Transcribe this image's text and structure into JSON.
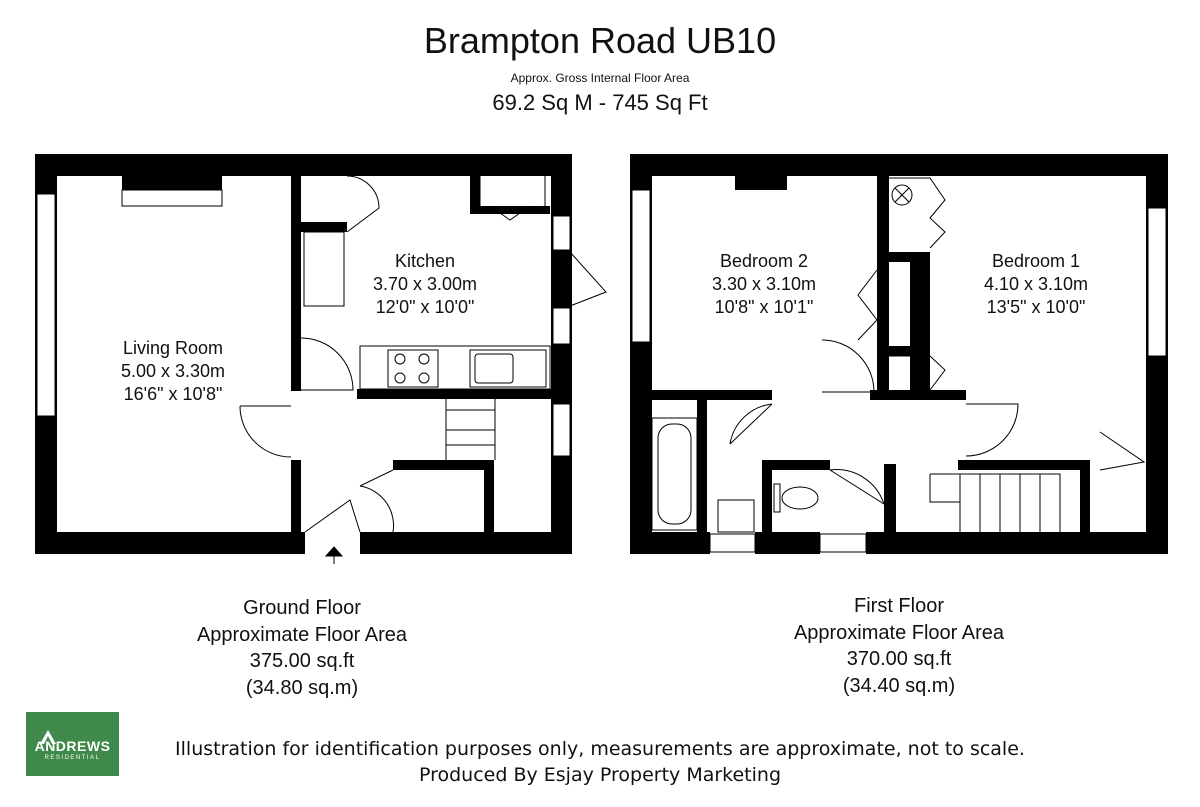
{
  "header": {
    "title": "Brampton Road UB10",
    "subtitle": "Approx. Gross Internal Floor Area",
    "area": "69.2 Sq M - 745 Sq Ft"
  },
  "rooms": {
    "living": {
      "name": "Living Room",
      "metric": "5.00 x 3.30m",
      "imperial": "16'6\" x 10'8\""
    },
    "kitchen": {
      "name": "Kitchen",
      "metric": "3.70 x 3.00m",
      "imperial": "12'0\" x 10'0\""
    },
    "bedroom2": {
      "name": "Bedroom 2",
      "metric": "3.30 x 3.10m",
      "imperial": "10'8\" x 10'1\""
    },
    "bedroom1": {
      "name": "Bedroom 1",
      "metric": "4.10 x 3.10m",
      "imperial": "13'5\" x 10'0\""
    }
  },
  "floors": {
    "ground": {
      "name": "Ground Floor",
      "label": "Approximate Floor Area",
      "sqft": "375.00 sq.ft",
      "sqm": "(34.80 sq.m)"
    },
    "first": {
      "name": "First Floor",
      "label": "Approximate Floor Area",
      "sqft": "370.00 sq.ft",
      "sqm": "(34.40 sq.m)"
    }
  },
  "footer": {
    "disclaimer": "Illustration for identification purposes only, measurements are approximate, not to scale.",
    "producer": "Produced By Esjay Property Marketing"
  },
  "logo": {
    "brand": "ANDREWS",
    "tagline": "RESIDENTIAL",
    "color": "#3f8a4a"
  },
  "colors": {
    "wall": "#000000",
    "window": "#ffffff"
  }
}
